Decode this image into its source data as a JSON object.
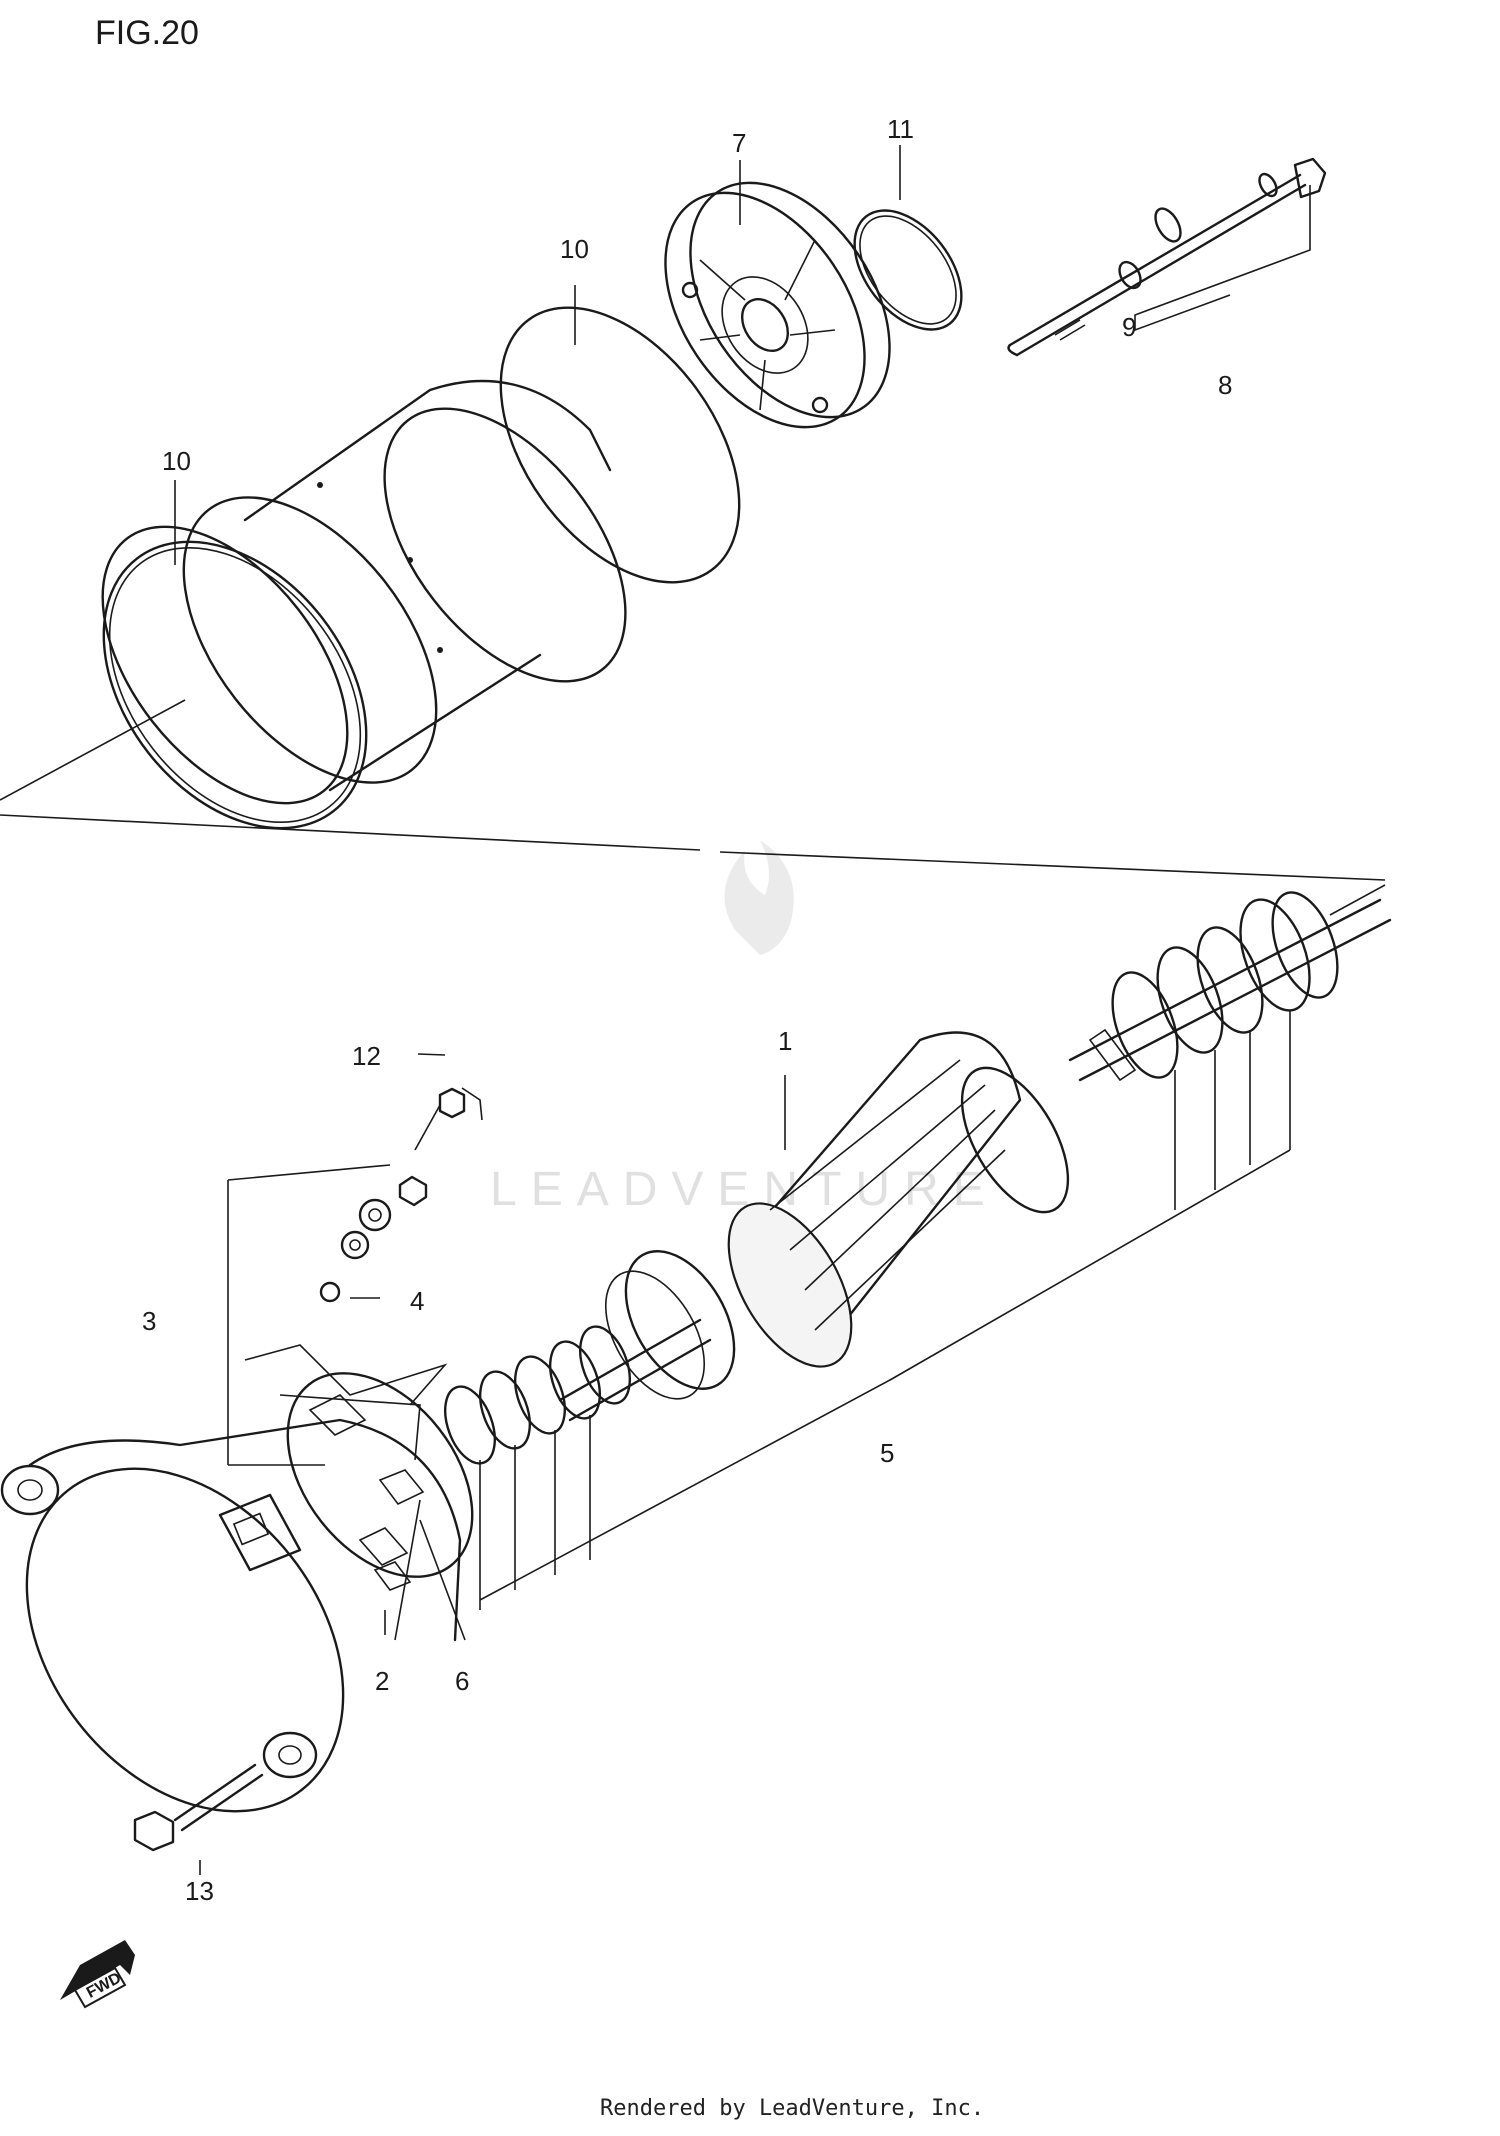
{
  "figure": {
    "title": "FIG.20"
  },
  "watermark": {
    "text": "LEADVENTURE"
  },
  "callouts": [
    {
      "id": "c10a",
      "label": "10"
    },
    {
      "id": "c10b",
      "label": "10"
    },
    {
      "id": "c7",
      "label": "7"
    },
    {
      "id": "c11",
      "label": "11"
    },
    {
      "id": "c9",
      "label": "9"
    },
    {
      "id": "c8",
      "label": "8"
    },
    {
      "id": "c12",
      "label": "12"
    },
    {
      "id": "c1",
      "label": "1"
    },
    {
      "id": "c4",
      "label": "4"
    },
    {
      "id": "c3",
      "label": "3"
    },
    {
      "id": "c5",
      "label": "5"
    },
    {
      "id": "c2",
      "label": "2"
    },
    {
      "id": "c6",
      "label": "6"
    },
    {
      "id": "c13",
      "label": "13"
    }
  ],
  "direction_badge": {
    "label": "FWD"
  },
  "footer": {
    "credit": "Rendered by LeadVenture, Inc."
  }
}
